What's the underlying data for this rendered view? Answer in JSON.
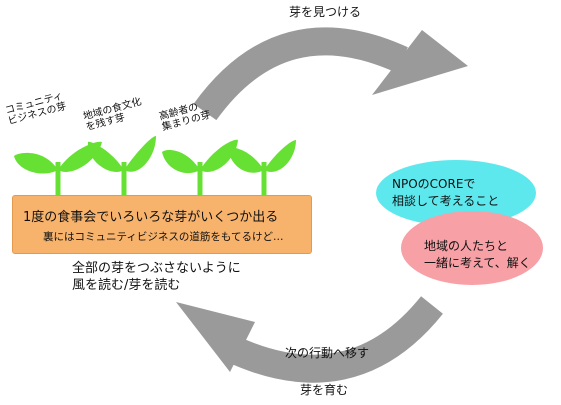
{
  "cycle_labels": {
    "find_sprouts": "芽を見つける",
    "take_action": "次の行動へ移す",
    "grow_sprouts": "芽を育む"
  },
  "seedling_labels": [
    {
      "lines": [
        "コミュニティ",
        "ビジネスの芽"
      ]
    },
    {
      "lines": [
        "地域の食文化",
        "を残す芽"
      ]
    },
    {
      "lines": [
        "高齢者の",
        "集まりの芽"
      ]
    }
  ],
  "soil_box": {
    "line1": "1度の食事会でいろいろな芽がいくつか出る",
    "line2": "裏にはコミュニティビジネスの道筋をもてるけど…"
  },
  "bubbles": {
    "npo": {
      "lines": [
        "NPOのCOREで",
        "相談して考えること"
      ],
      "color": "#5de8ee"
    },
    "locals": {
      "lines": [
        "地域の人たちと",
        "一緒に考えて、解く"
      ],
      "color": "#f7a0a6"
    }
  },
  "note": {
    "lines": [
      "全部の芽をつぶさないように",
      "風を読む/芽を読む"
    ]
  },
  "colors": {
    "arrow": "#9a9a9a",
    "leaf": "#66e033",
    "soil": "#f7b26b"
  }
}
